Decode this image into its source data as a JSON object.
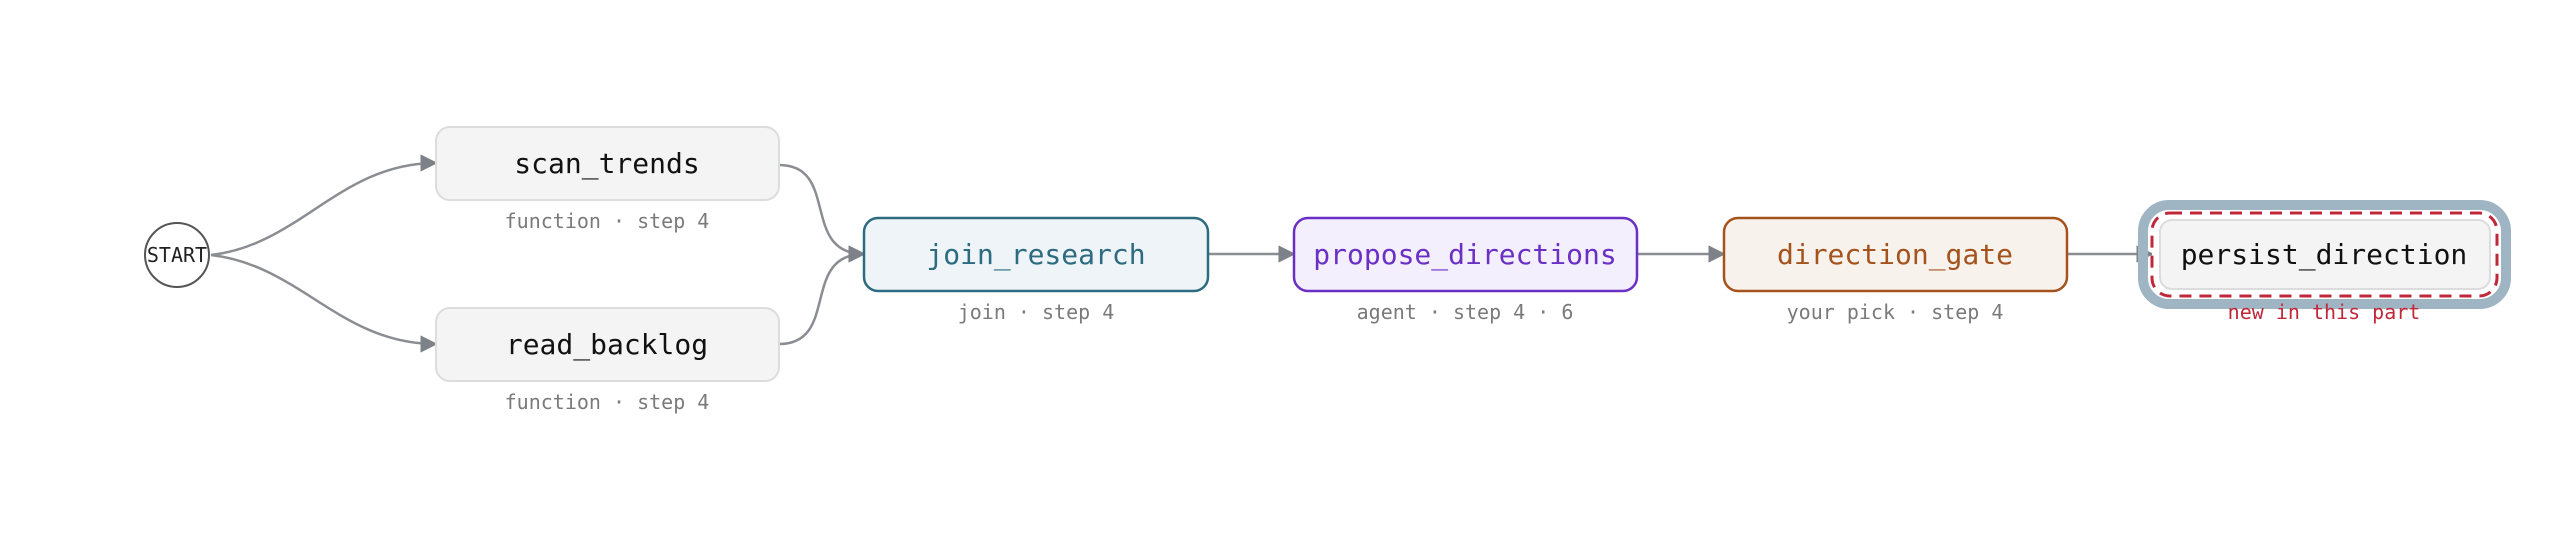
{
  "start": {
    "label": "START"
  },
  "nodes": {
    "scan_trends": {
      "label": "scan_trends",
      "sub": "function · step 4"
    },
    "read_backlog": {
      "label": "read_backlog",
      "sub": "function · step 4"
    },
    "join_research": {
      "label": "join_research",
      "sub": "join · step 4"
    },
    "propose_directions": {
      "label": "propose_directions",
      "sub": "agent · step 4 · 6"
    },
    "direction_gate": {
      "label": "direction_gate",
      "sub": "your pick · step 4"
    },
    "persist_direction": {
      "label": "persist_direction",
      "sub": "new in this part"
    }
  },
  "colors": {
    "edge": "#8a8d92",
    "neutral_fill": "#f4f4f4",
    "neutral_stroke": "#dcdcdc",
    "join_fill": "#eef4f7",
    "join_stroke": "#2c6b80",
    "agent_fill": "#f4effc",
    "agent_stroke": "#6a2fc4",
    "gate_fill": "#f8f2ec",
    "gate_stroke": "#a4531d",
    "highlight_halo": "#9fb5c4",
    "highlight_dash": "#c0283a",
    "new_text": "#c0283a"
  }
}
